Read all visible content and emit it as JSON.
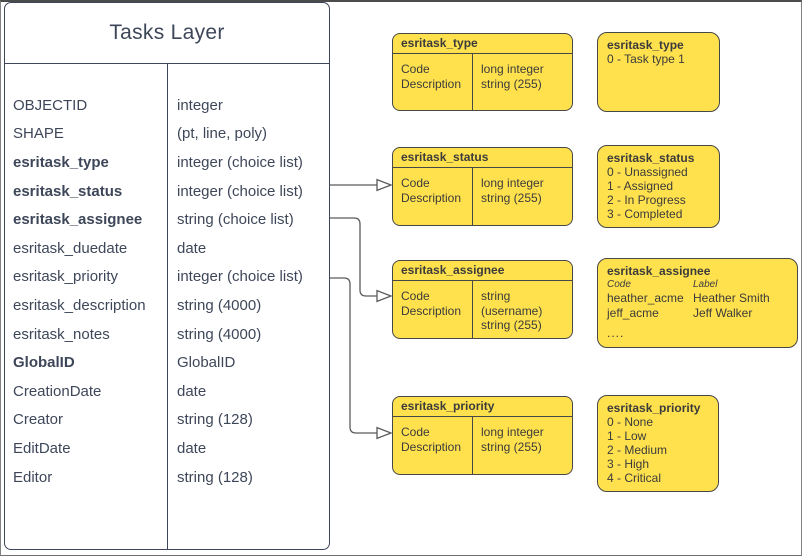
{
  "colors": {
    "box_fill": "#ffe14d",
    "box_border": "#474747",
    "table_border": "#3e4759",
    "table_text": "#3e4759",
    "box_text": "#3b3b3b",
    "connector": "#5b5b5b",
    "background": "#ffffff"
  },
  "tasks_table": {
    "title": "Tasks Layer",
    "fields": [
      {
        "name": "OBJECTID",
        "type": "integer",
        "bold": false
      },
      {
        "name": "SHAPE",
        "type": "(pt, line, poly)",
        "bold": false
      },
      {
        "name": "esritask_type",
        "type": "integer (choice list)",
        "bold": true
      },
      {
        "name": "esritask_status",
        "type": "integer (choice list)",
        "bold": true
      },
      {
        "name": "esritask_assignee",
        "type": "string (choice list)",
        "bold": true
      },
      {
        "name": "esritask_duedate",
        "type": "date",
        "bold": false
      },
      {
        "name": "esritask_priority",
        "type": "integer (choice list)",
        "bold": false
      },
      {
        "name": "esritask_description",
        "type": "string (4000)",
        "bold": false
      },
      {
        "name": "esritask_notes",
        "type": "string (4000)",
        "bold": false
      },
      {
        "name": "GlobalID",
        "type": "GlobalID",
        "bold": true
      },
      {
        "name": "CreationDate",
        "type": "date",
        "bold": false
      },
      {
        "name": "Creator",
        "type": "string (128)",
        "bold": false
      },
      {
        "name": "EditDate",
        "type": "date",
        "bold": false
      },
      {
        "name": "Editor",
        "type": "string (128)",
        "bold": false
      }
    ]
  },
  "domain_tables": [
    {
      "title": "esritask_type",
      "rows": [
        [
          "Code",
          "long integer"
        ],
        [
          "Description",
          "string (255)"
        ]
      ]
    },
    {
      "title": "esritask_status",
      "rows": [
        [
          "Code",
          "long integer"
        ],
        [
          "Description",
          "string (255)"
        ]
      ]
    },
    {
      "title": "esritask_assignee",
      "rows": [
        [
          "Code",
          "string (username)"
        ],
        [
          "Description",
          "string (255)"
        ]
      ]
    },
    {
      "title": "esritask_priority",
      "rows": [
        [
          "Code",
          "long integer"
        ],
        [
          "Description",
          "string (255)"
        ]
      ]
    }
  ],
  "value_lists": [
    {
      "title": "esritask_type",
      "items": [
        "0 - Task type 1"
      ]
    },
    {
      "title": "esritask_status",
      "items": [
        "0 - Unassigned",
        "1 - Assigned",
        "2 - In Progress",
        "3 - Completed"
      ]
    },
    {
      "title": "esritask_assignee",
      "columns": [
        "Code",
        "Label"
      ],
      "rows": [
        [
          "heather_acme",
          "Heather Smith"
        ],
        [
          "jeff_acme",
          "Jeff Walker"
        ]
      ],
      "more": "...."
    },
    {
      "title": "esritask_priority",
      "items": [
        "0 - None",
        "1 - Low",
        "2 - Medium",
        "3 - High",
        "4 - Critical"
      ]
    }
  ]
}
